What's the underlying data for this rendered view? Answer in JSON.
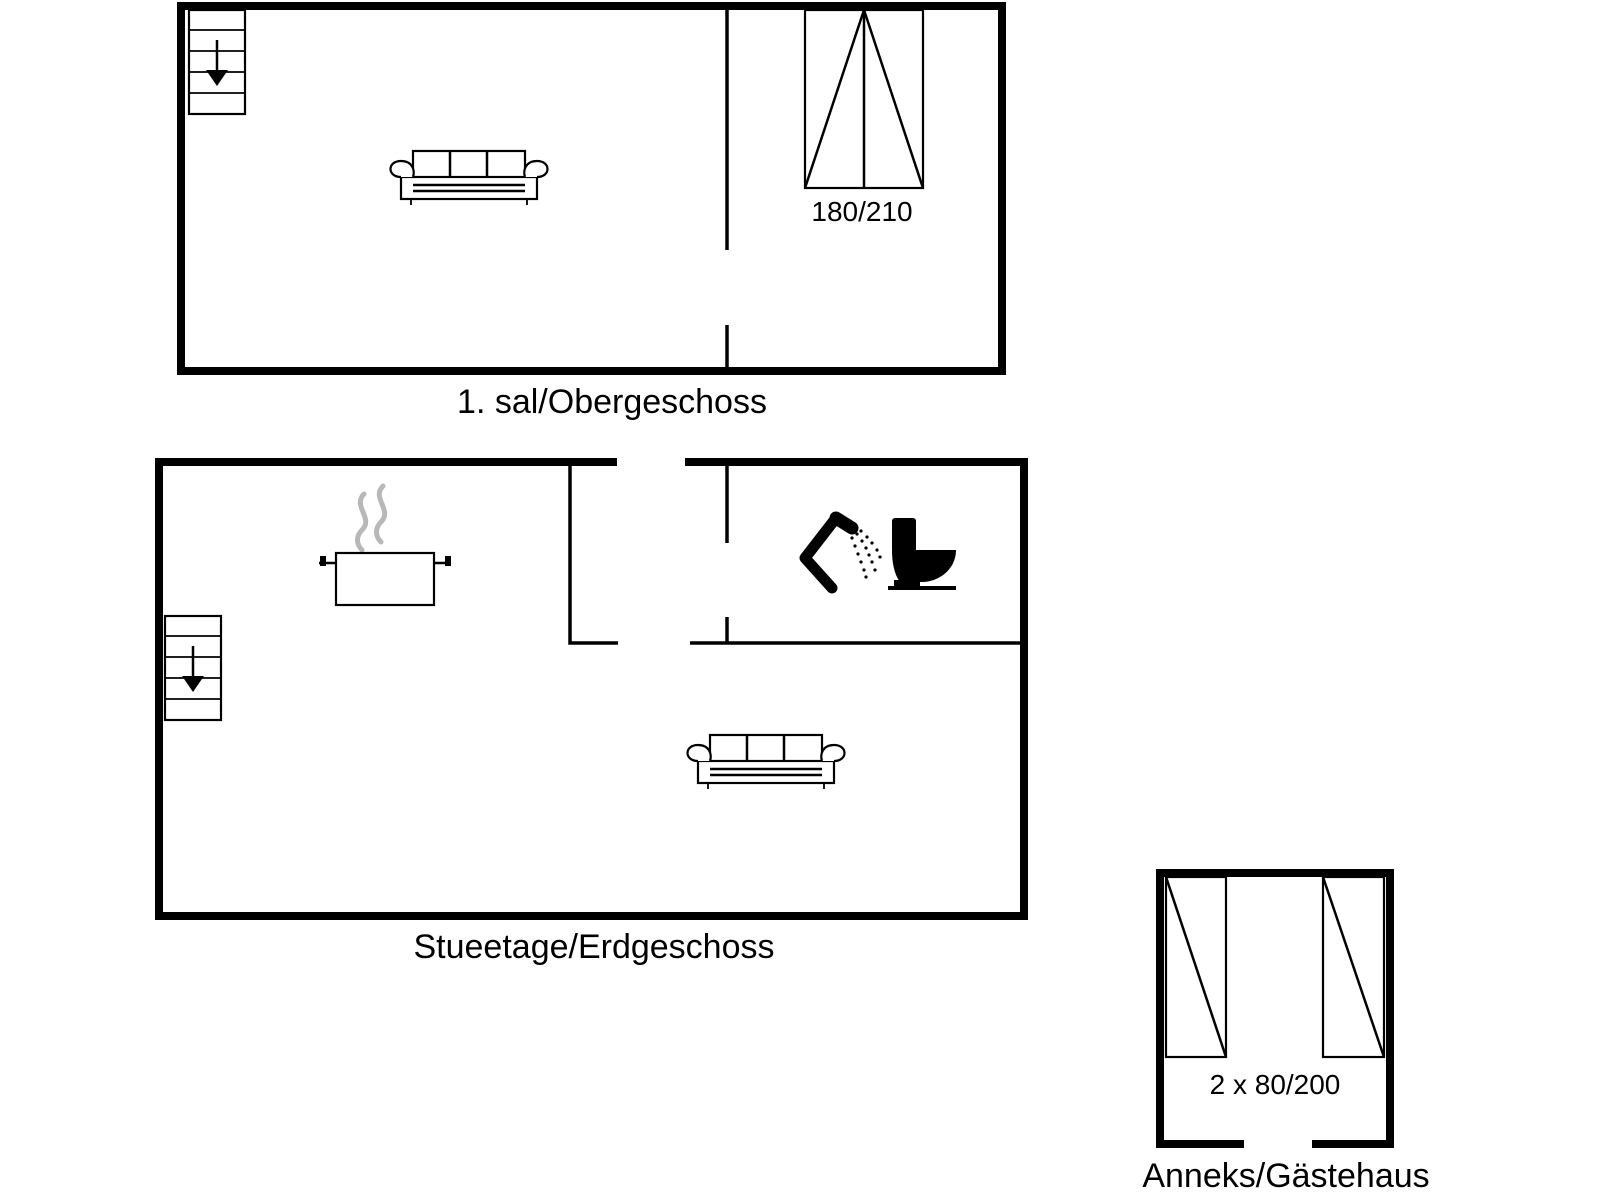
{
  "floors": [
    {
      "id": "upper",
      "label": "1. sal/Obergeschoss",
      "bed_label": "180/210"
    },
    {
      "id": "ground",
      "label": "Stueetage/Erdgeschoss"
    },
    {
      "id": "annex",
      "label": "Anneks/Gästehaus",
      "bed_label": "2 x 80/200"
    }
  ],
  "icons": [
    "stairs-icon",
    "sofa-icon",
    "double-bed-icon",
    "cooking-pot-icon",
    "shower-icon",
    "toilet-icon",
    "single-bed-icon"
  ]
}
